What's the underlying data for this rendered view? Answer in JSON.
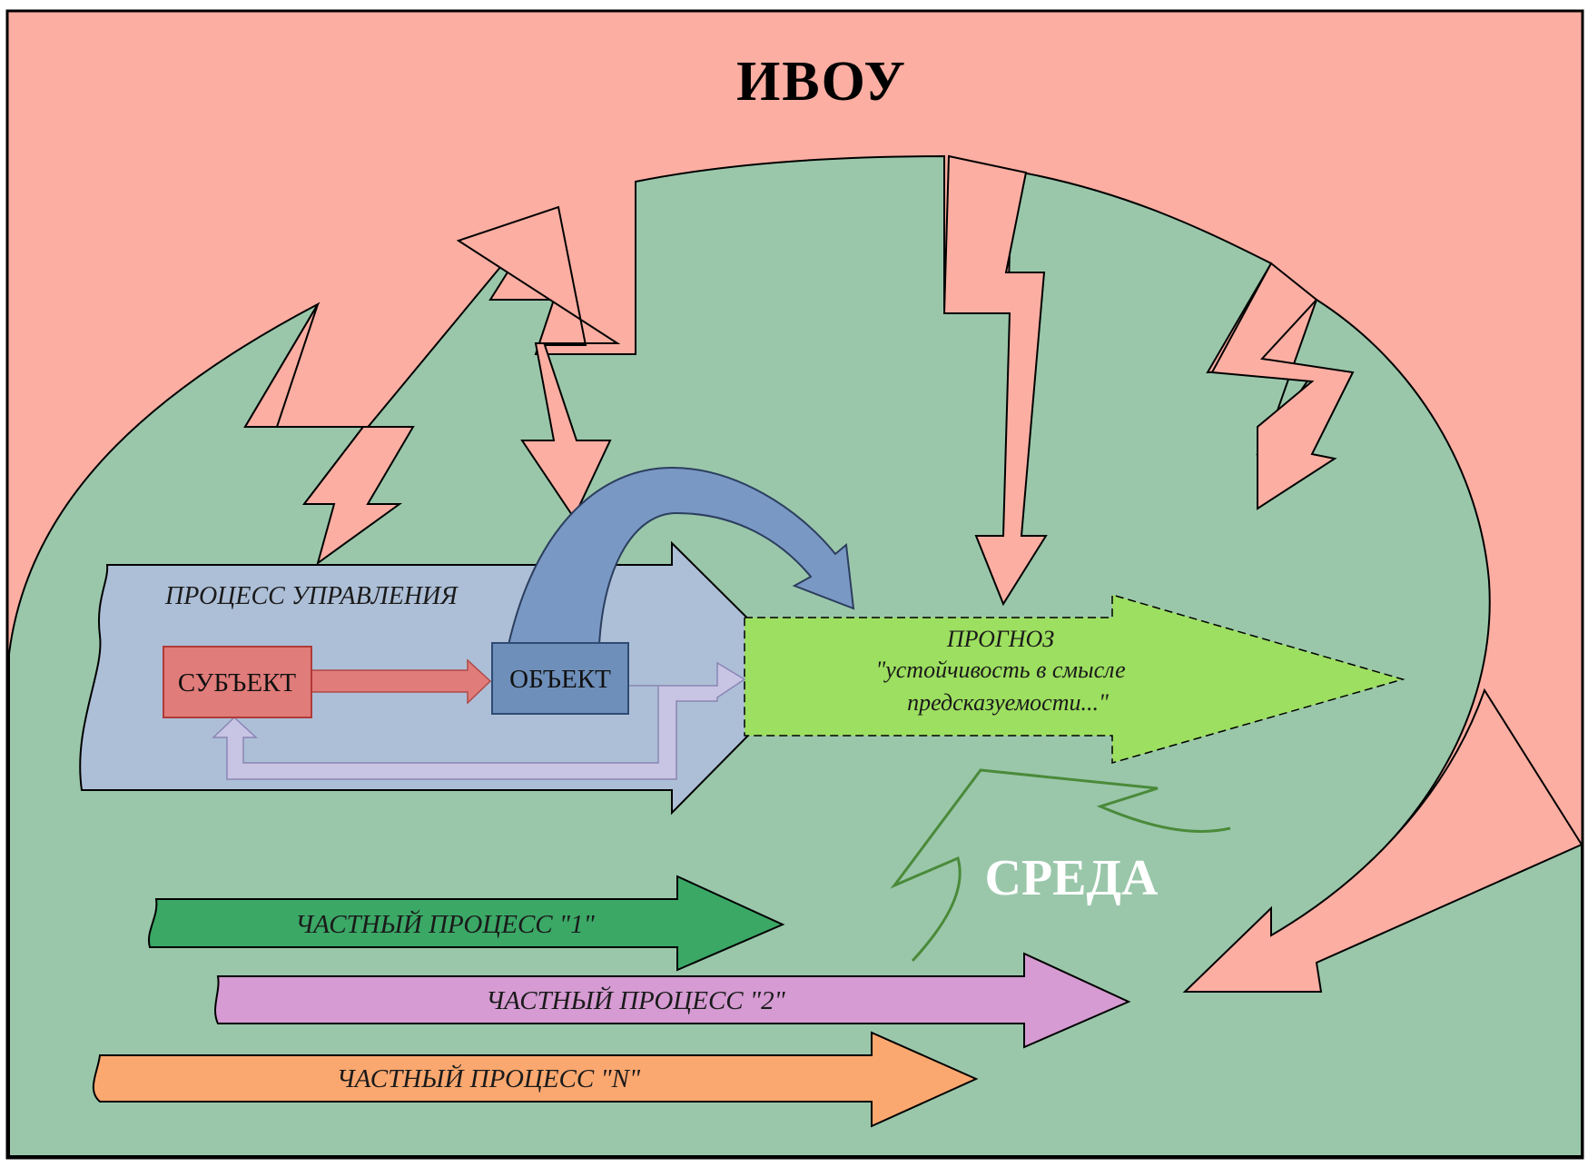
{
  "title": "ИВОУ",
  "control_process": {
    "label": "ПРОЦЕСС УПРАВЛЕНИЯ",
    "subject": "СУБЪЕКТ",
    "object": "ОБЪЕКТ"
  },
  "forecast": {
    "heading": "ПРОГНОЗ",
    "line1": "\"устойчивость в смысле",
    "line2": "предсказуемости...\""
  },
  "environment": "СРЕДА",
  "partial_processes": [
    "ЧАСТНЫЙ ПРОЦЕСС \"1\"",
    "ЧАСТНЫЙ ПРОЦЕСС \"2\"",
    "ЧАСТНЫЙ ПРОЦЕСС \"N\""
  ],
  "colors": {
    "outer": "#fcaea2",
    "environment": "#9ac7aa",
    "control_process": "#adbfd7",
    "subject": "#e07c7a",
    "object": "#6e8fba",
    "curved_arrow": "#7a98c4",
    "feedback": "#c8c4e3",
    "forecast": "#9ddf60",
    "partial_1": "#3ba866",
    "partial_2": "#d59bd2",
    "partial_n": "#fba870"
  }
}
